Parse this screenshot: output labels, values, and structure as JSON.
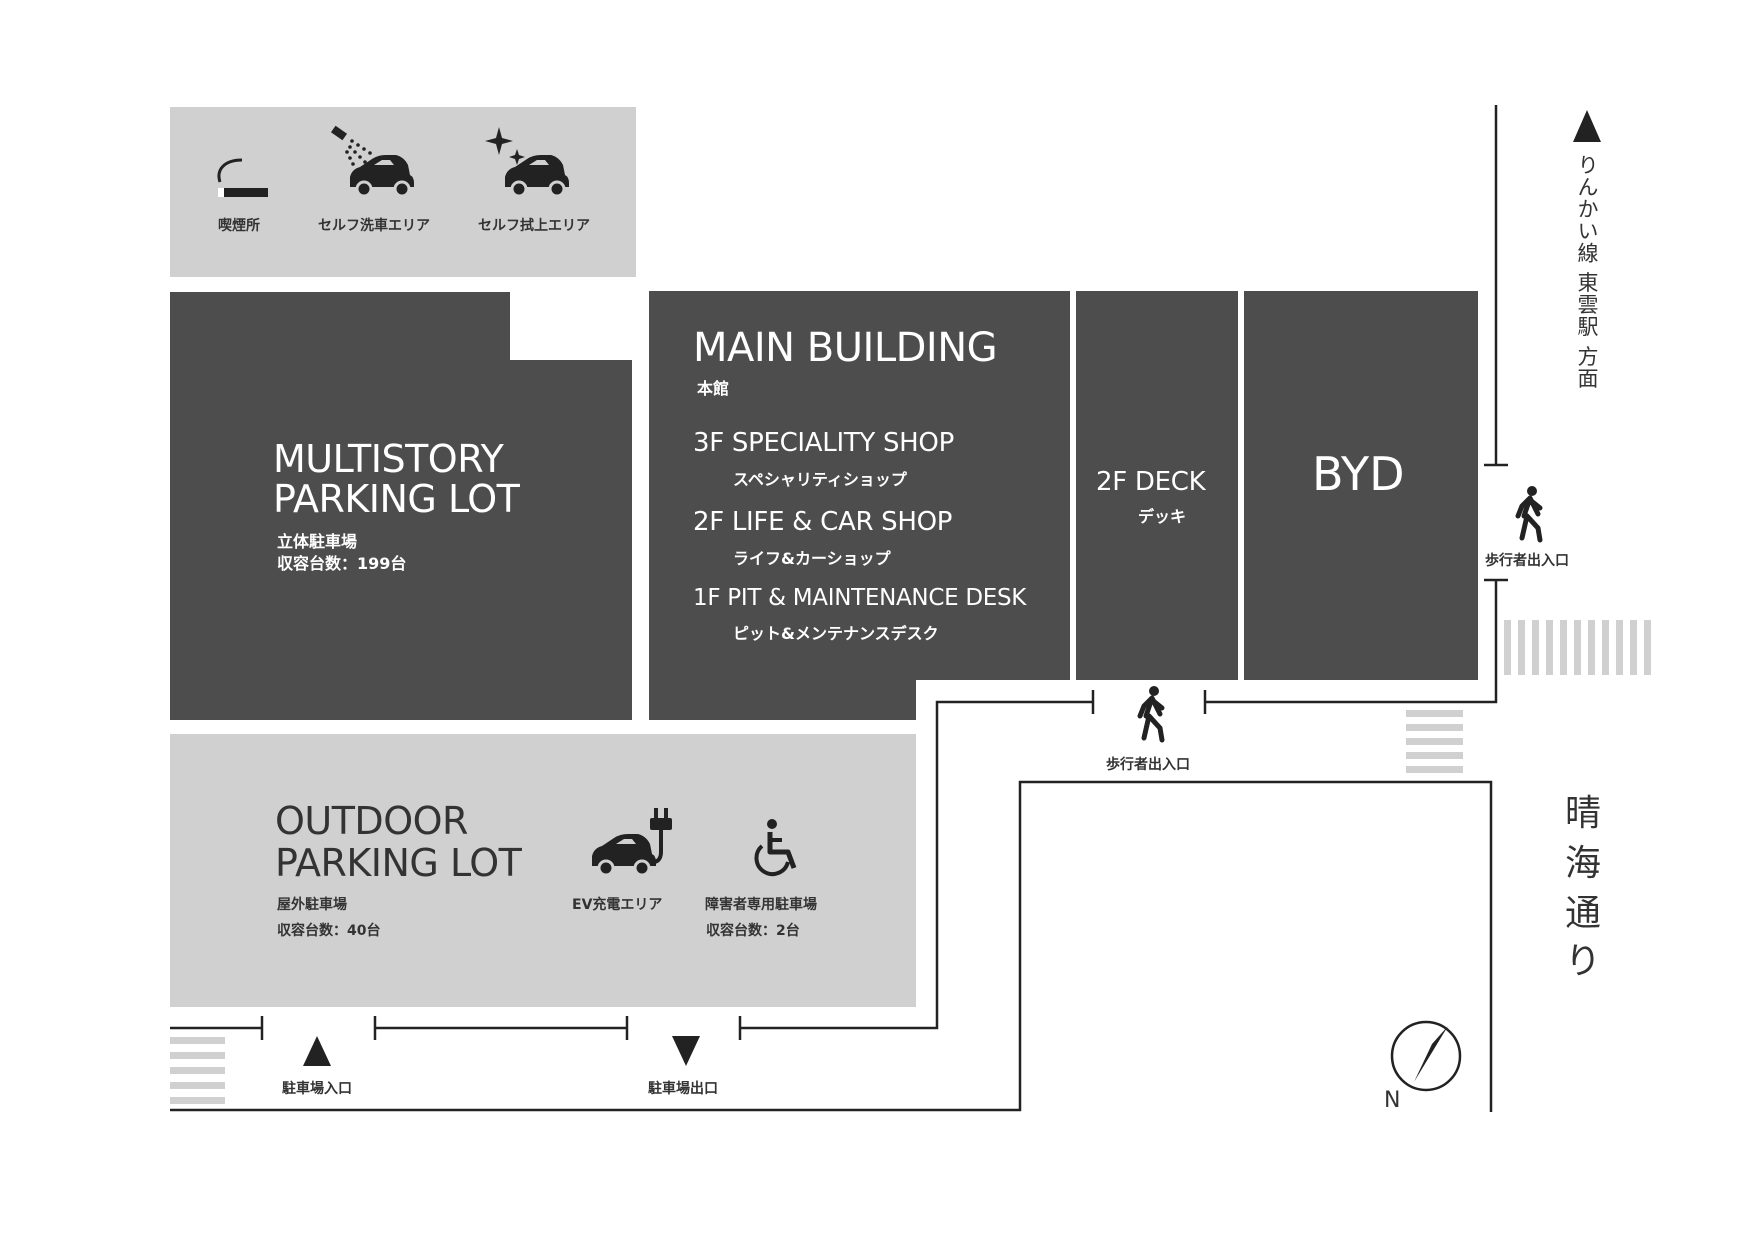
{
  "colors": {
    "building": "#4d4d4d",
    "lot": "#d0d0d0",
    "line": "#222222",
    "stripe": "#d0d0d0"
  },
  "facilities": {
    "smoking": "喫煙所",
    "self_wash": "セルフ洗車エリア",
    "self_wipe": "セルフ拭上エリア",
    "icons": [
      "smoking-icon",
      "car-wash-icon",
      "car-sparkle-icon"
    ]
  },
  "multistory": {
    "title_line1": "MULTISTORY",
    "title_line2": "PARKING LOT",
    "jp": "立体駐車場",
    "capacity": "収容台数：199台"
  },
  "main_building": {
    "title": "MAIN BUILDING",
    "jp": "本館",
    "floors": [
      {
        "label": "3F SPECIALITY SHOP",
        "jp": "スペシャリティショップ"
      },
      {
        "label": "2F LIFE & CAR SHOP",
        "jp": "ライフ&カーショップ"
      },
      {
        "label": "1F PIT & MAINTENANCE DESK",
        "jp": "ピット&メンテナンスデスク"
      }
    ]
  },
  "deck": {
    "label": "2F DECK",
    "jp": "デッキ"
  },
  "byd": {
    "label": "BYD"
  },
  "outdoor": {
    "title_line1": "OUTDOOR",
    "title_line2": "PARKING LOT",
    "jp": "屋外駐車場",
    "capacity": "収容台数：40台",
    "ev": "EV充電エリア",
    "accessible": "障害者専用駐車場",
    "accessible_capacity": "収容台数：2台"
  },
  "entrances": {
    "pedestrian": "歩行者出入口",
    "parking_in": "駐車場入口",
    "parking_out": "駐車場出口"
  },
  "direction": {
    "rinkai": "りんかい線 東雲駅 方面"
  },
  "road": {
    "name": [
      "晴",
      "海",
      "通",
      "り"
    ]
  },
  "compass": {
    "label": "N"
  }
}
